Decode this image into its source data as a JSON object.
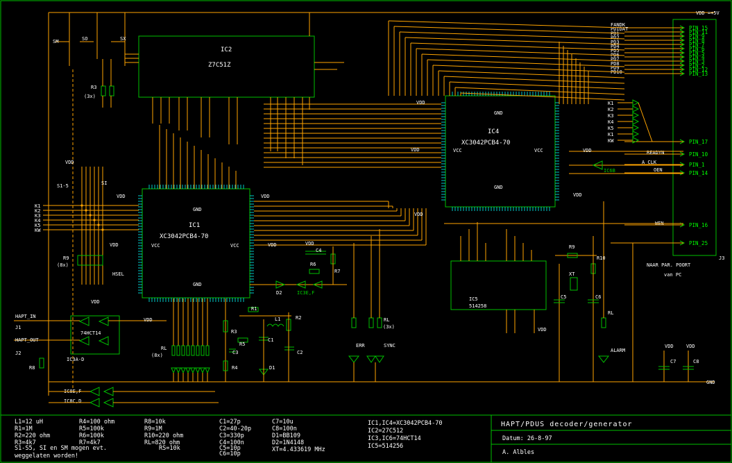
{
  "supply": {
    "vdd_top": "VDD =+5V",
    "gnd": "GND",
    "vdd": "VDD"
  },
  "ics": {
    "ic2": {
      "name": "IC2",
      "part": "Z7C51Z"
    },
    "ic1": {
      "name": "IC1",
      "part": "XC3042PCB4-70",
      "vcc": "VCC",
      "gnd": "GND"
    },
    "ic4": {
      "name": "IC4",
      "part": "XC3042PCB4-70",
      "vcc": "VCC",
      "gnd": "GND"
    },
    "ic5": {
      "name": "IC5",
      "part": "514258"
    },
    "ic3a": {
      "name": "74HCT14",
      "ref": "IC3A-D"
    },
    "ic6b": "IC6B",
    "ic3ef": "IC3E,F",
    "ic8ef": "IC8E,F",
    "ic8cd": "IC8C,D"
  },
  "connector": {
    "ref": "J3",
    "caption": [
      "NAAR PAR. POORT",
      "van PC"
    ],
    "pins": [
      "PIN_15",
      "PIN_11",
      "PIN_9",
      "PIN_8",
      "PIN_7",
      "PIN_6",
      "PIN_5",
      "PIN_4",
      "PIN_3",
      "PIN_2",
      "PIN_12",
      "PIN_13",
      "PIN_17",
      "PIN_10",
      "PIN_1",
      "PIN_14",
      "PIN_16",
      "PIN_25"
    ],
    "signals": [
      "FANDK",
      "PDIDAT",
      "PD1",
      "PD2",
      "PD3",
      "PD4",
      "PD5",
      "PD6",
      "PD7",
      "PD8",
      "PD9",
      "PD10"
    ],
    "keys": [
      "K1",
      "K2",
      "K3",
      "K4",
      "K5",
      "K1",
      "KW"
    ],
    "readyn": "READYN",
    "aclk": "A_CLK",
    "oen": "OEN",
    "wen": "WEN"
  },
  "parts": {
    "r3": "R3",
    "r3n": "(3x)",
    "r9": "R9",
    "r9n": "(8x)",
    "r6": "R6",
    "r7": "R7",
    "r1": "R1",
    "r2": "R2",
    "r3b": "R3",
    "r5": "R5",
    "r4": "R4",
    "r8": "R8",
    "r9b": "R9",
    "r10": "R10",
    "c1": "C1",
    "c2": "C2",
    "c3": "C3",
    "c4": "C4",
    "c5": "C5",
    "c6": "C6",
    "c7": "C7",
    "c8": "C8",
    "l1": "L1",
    "d1": "D1",
    "d2": "D2",
    "xt": "XT",
    "rl": "RL",
    "rl8": "(8x)",
    "rl3": "(3x)",
    "err": "ERR",
    "sync": "SYNC",
    "alarm": "ALARM",
    "hsel": "HSEL",
    "s1s5": "S1-5",
    "si": "SI",
    "sm": "SM",
    "so": "SO",
    "sx": "SX",
    "hapt_in": "HAPT_IN",
    "hapt_out": "HAPT_OUT",
    "j1": "J1",
    "j2": "J2",
    "keys_left": [
      "K1",
      "K2",
      "K3",
      "K4",
      "K5",
      "KW"
    ]
  },
  "title_block": {
    "col1": [
      "L1=12 uH",
      "R1=1M",
      "R2=220 ohm",
      "R3=4k7",
      "R4=100 ohm",
      "R5=100k",
      "R6=100k",
      "R7=4k7",
      "R8=10k",
      "R9=1M",
      "R10=220 ohm",
      "RL=820 ohm",
      "RS=10k"
    ],
    "col2": [
      "C1=27p",
      "C2=40-20p",
      "C3=330p",
      "C4=100n",
      "C5=10p",
      "C6=10p",
      "C7=10u",
      "C8=100n",
      "D1=BB109",
      "D2=1N4148",
      "XT=4.433619 MHz"
    ],
    "col3": [
      "IC1,IC4=XC3042PCB4-70",
      "IC2=27C512",
      "IC3,IC6=74HCT14",
      "IC5=514256"
    ],
    "note": [
      "S1-S5, SI en SM mogen evt.",
      "weggelaten worden!"
    ],
    "title": "HAPT/PDUS decoder/generator",
    "date": "Datum: 26-8-97",
    "author": "A. Albles"
  }
}
